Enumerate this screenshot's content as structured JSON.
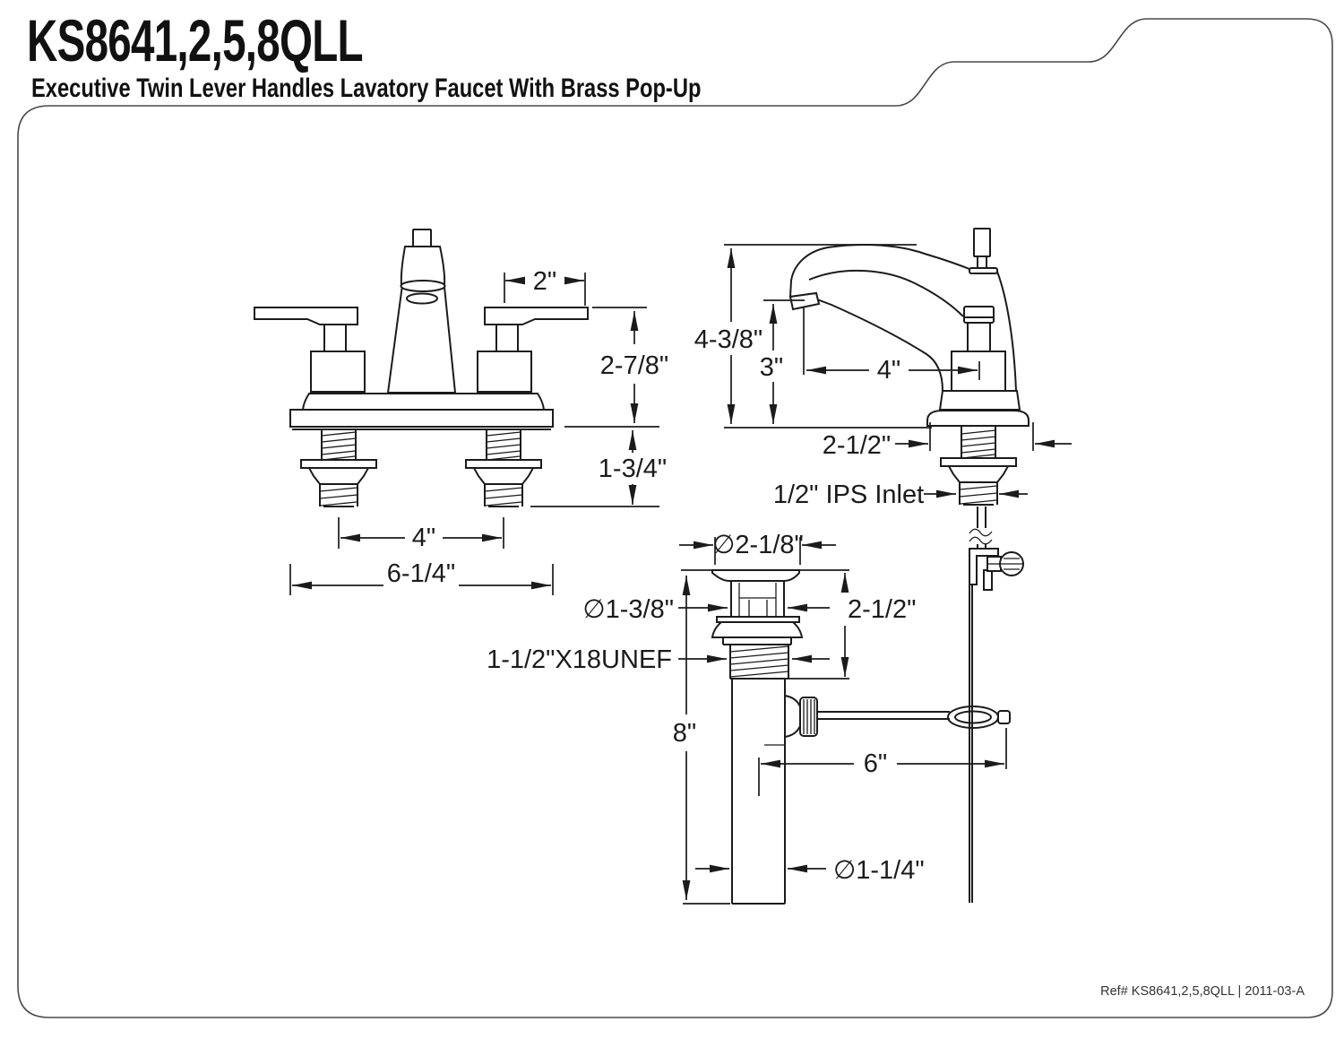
{
  "header": {
    "title": "KS8641,2,5,8QLL",
    "subtitle": "Executive Twin Lever Handles Lavatory Faucet With Brass Pop-Up"
  },
  "footer": {
    "ref": "Ref# KS8641,2,5,8QLL | 2011-03-A"
  },
  "diagram": {
    "front_view": {
      "name": "faucet front view",
      "dims": {
        "lever_length": "2\"",
        "handle_height": "2-7/8\"",
        "shank_length": "1-3/4\"",
        "center_spacing": "4\"",
        "overall_width": "6-1/4\""
      }
    },
    "side_view": {
      "name": "faucet side view",
      "dims": {
        "overall_height": "4-3/8\"",
        "spout_height": "3\"",
        "spout_reach": "4\"",
        "shank_clearance": "2-1/2\"",
        "inlet": "1/2\" IPS Inlet"
      }
    },
    "popup_drain": {
      "name": "brass pop-up drain",
      "dims": {
        "flange_diameter": "∅2-1/8\"",
        "plug_diameter": "∅1-3/8\"",
        "top_height": "2-1/2\"",
        "thread_spec": "1-1/2\"X18UNEF",
        "overall_length": "8\"",
        "rod_reach": "6\"",
        "tailpiece_diameter": "∅1-1/4\""
      }
    }
  },
  "colors": {
    "ink": "#1b1b1b",
    "border": "#4a4a4a",
    "background": "#ffffff"
  }
}
